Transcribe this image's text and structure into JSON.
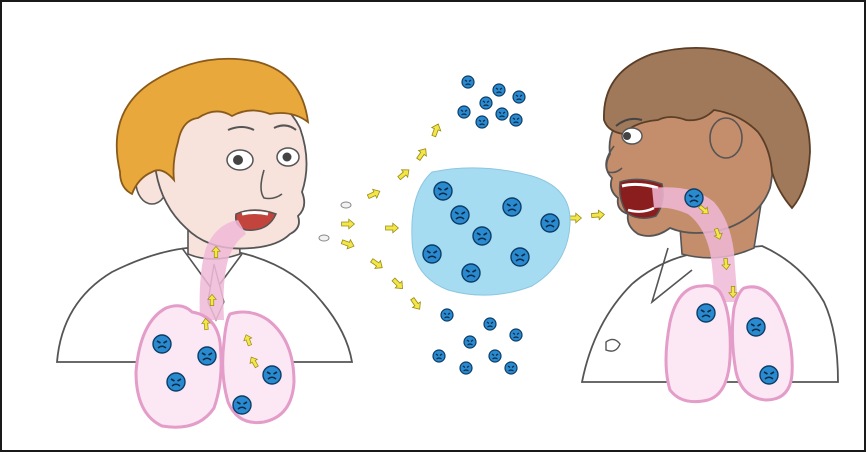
{
  "illustration": {
    "frame_color": "#1a1a1a",
    "colors": {
      "left_hair": "#e8a83c",
      "left_skin": "#f7e2dc",
      "right_hair": "#a0785a",
      "right_skin": "#c48e6c",
      "airway": "#f0b8d6",
      "lung_fill": "#fbe8f4",
      "lung_outline": "#e49cc8",
      "droplet_cloud": "#a6dcf2",
      "germ": "#2a8ad0",
      "arrow": "#f2e64a"
    },
    "icons": [
      "germ-icon",
      "arrow-icon",
      "droplet-icon"
    ],
    "germ_counts": {
      "left_lungs": 5,
      "upper_cluster": 8,
      "droplet_cloud": 8,
      "lower_cluster": 8,
      "right_throat": 1,
      "right_lungs": 3
    }
  }
}
